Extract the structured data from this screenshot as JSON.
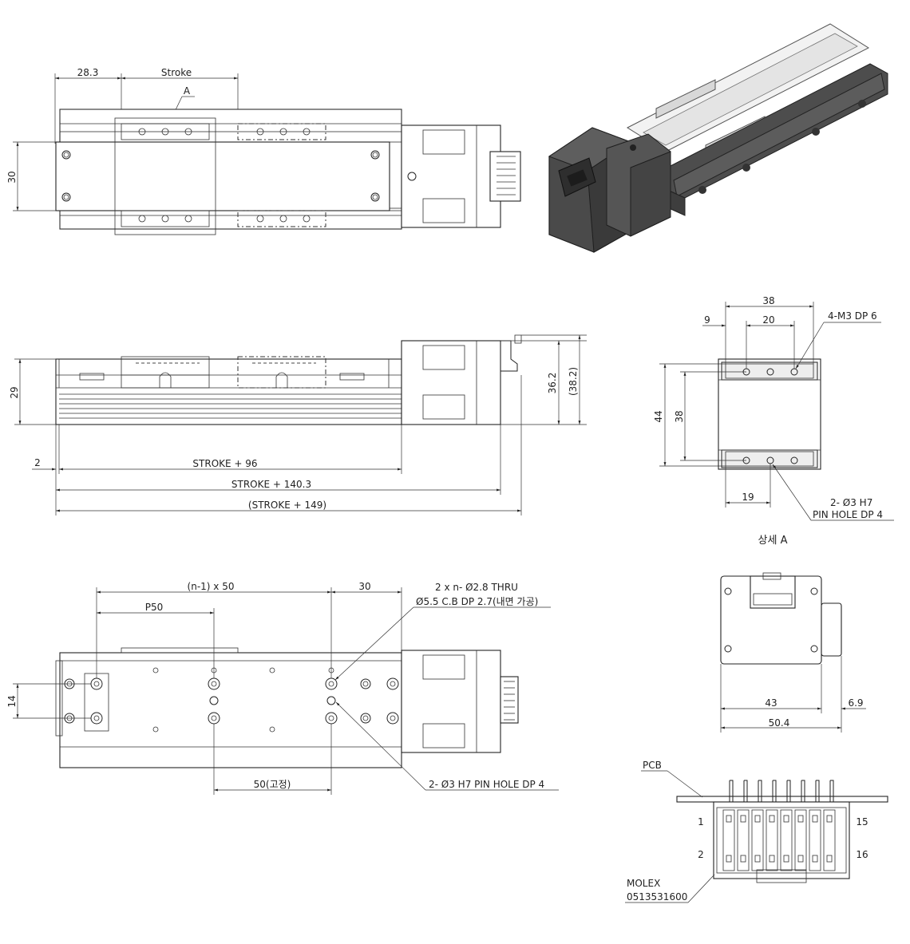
{
  "top_view": {
    "dim_left": "28.3",
    "dim_stroke": "Stroke",
    "detail_label": "A",
    "dim_height": "30"
  },
  "side_view": {
    "dim_height": "29",
    "dim_motor": "36.2",
    "dim_motor_ref": "(38.2)",
    "dim_offset": "2",
    "dim_stroke_96": "STROKE + 96",
    "dim_stroke_140": "STROKE + 140.3",
    "dim_stroke_149": "(STROKE + 149)"
  },
  "detail_a": {
    "dim_38_top": "38",
    "dim_9": "9",
    "dim_20": "20",
    "tap_note": "4-M3 DP 6",
    "dim_44": "44",
    "dim_38_side": "38",
    "dim_19": "19",
    "pin_note_1": "2- Ø3 H7",
    "pin_note_2": "PIN HOLE DP 4",
    "caption": "상세 A"
  },
  "bottom_view": {
    "dim_pitch": "(n-1) x 50",
    "dim_30": "30",
    "dim_p50": "P50",
    "hole_note_1": "2 x n-  Ø2.8 THRU",
    "hole_note_2": "Ø5.5 C.B DP 2.7(내면 가공)",
    "dim_14": "14",
    "dim_50_fixed": "50(고정)",
    "pin_note": "2- Ø3 H7 PIN HOLE DP 4"
  },
  "end_view": {
    "dim_43": "43",
    "dim_6_9": "6.9",
    "dim_50_4": "50.4"
  },
  "connector": {
    "pcb_label": "PCB",
    "pin_1": "1",
    "pin_2": "2",
    "pin_15": "15",
    "pin_16": "16",
    "maker": "MOLEX",
    "part_no": "0513531600"
  }
}
